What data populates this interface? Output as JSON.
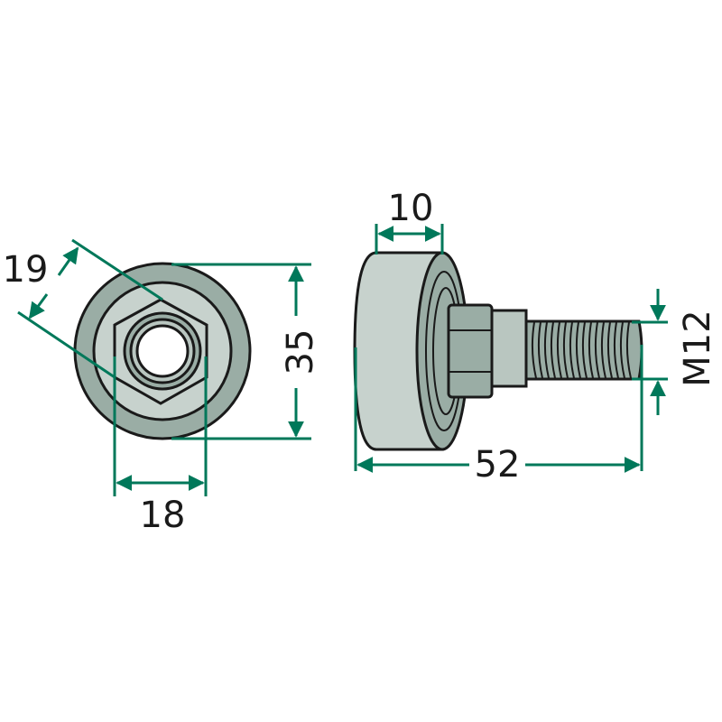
{
  "title": "Roller with threaded bolt – dimension drawing",
  "dimensions": {
    "hex_width_across_corners": "19",
    "hex_width_across_flats": "18",
    "outer_diameter": "35",
    "roller_width": "10",
    "total_length": "52",
    "thread": "M12"
  },
  "colors": {
    "dimension_line": "#00785a",
    "outline": "#1a1a1a",
    "ring_dark": "#9aada5",
    "ring_light": "#c7d2cd",
    "metal": "#b9c6c0"
  }
}
